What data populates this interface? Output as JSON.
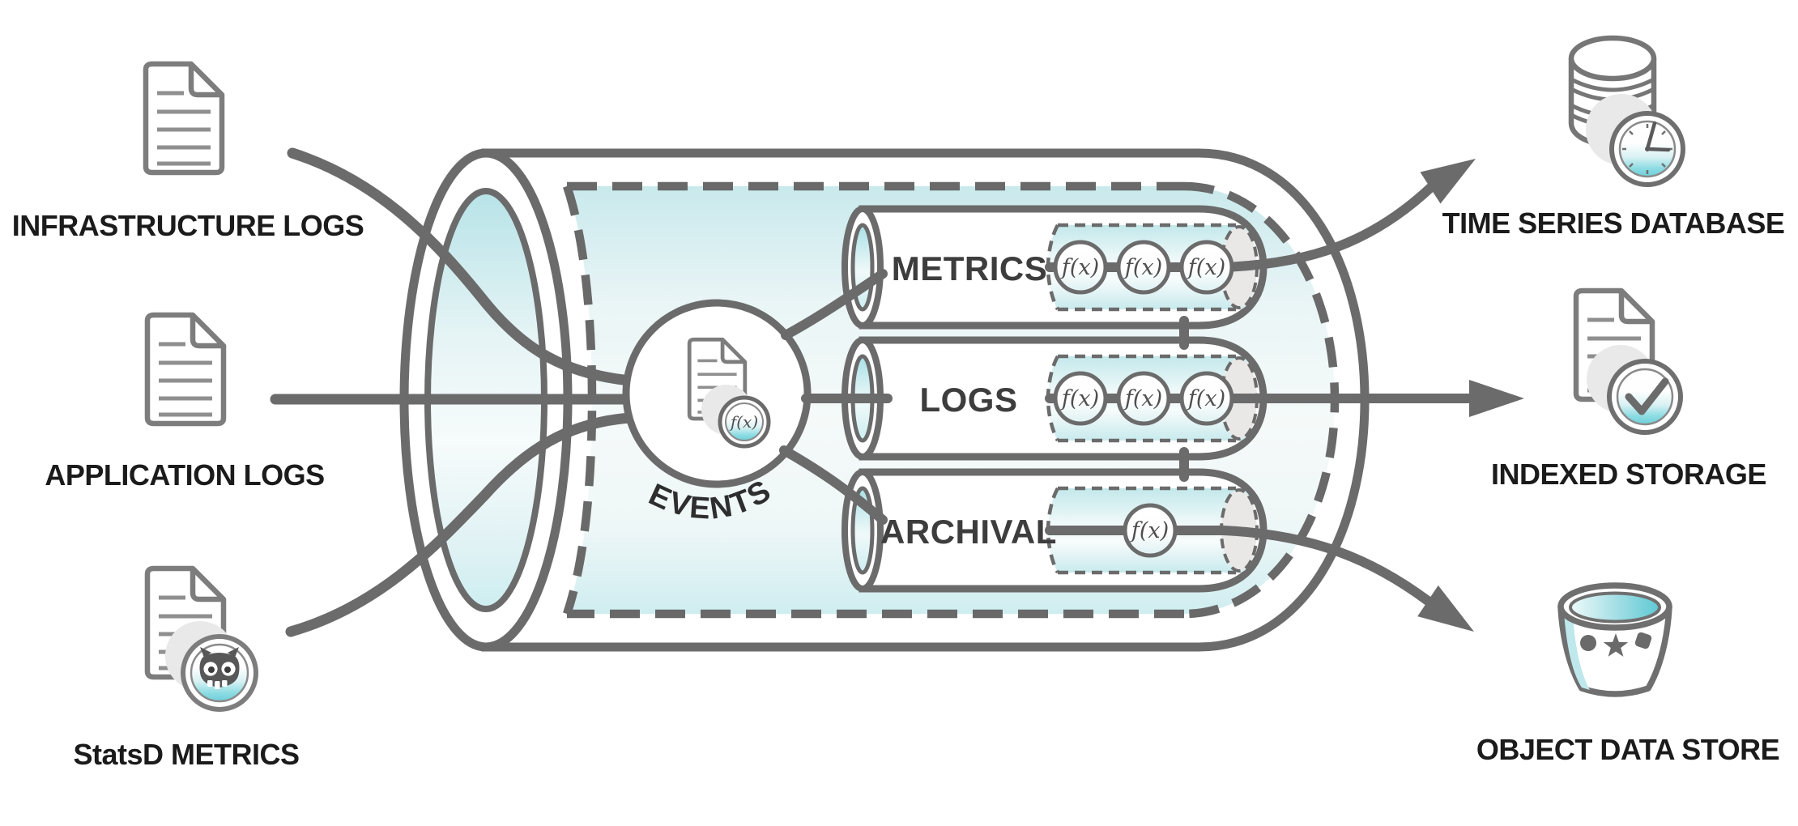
{
  "diagram": {
    "sources": [
      {
        "label": "INFRASTRUCTURE LOGS",
        "icon": "document-icon"
      },
      {
        "label": "APPLICATION LOGS",
        "icon": "document-icon"
      },
      {
        "label": "StatsD METRICS",
        "icon": "document-statsd-owl-icon"
      }
    ],
    "pipeline": {
      "events_label": "EVENTS",
      "transform_symbol": "f(x)",
      "streams": [
        {
          "label": "METRICS",
          "transform_count": 3
        },
        {
          "label": "LOGS",
          "transform_count": 3
        },
        {
          "label": "ARCHIVAL",
          "transform_count": 1
        }
      ]
    },
    "sinks": [
      {
        "label": "TIME SERIES DATABASE",
        "icon": "database-clock-icon"
      },
      {
        "label": "INDEXED STORAGE",
        "icon": "document-check-icon"
      },
      {
        "label": "OBJECT DATA STORE",
        "icon": "bucket-icon"
      }
    ],
    "colors": {
      "line": "#6b6b6b",
      "icon_line": "#7d7d7d",
      "teal": "#74ced8",
      "teal_light": "#cdeaed",
      "label_text": "#1b1b1b",
      "pipe_text": "#3d3d3d"
    }
  }
}
